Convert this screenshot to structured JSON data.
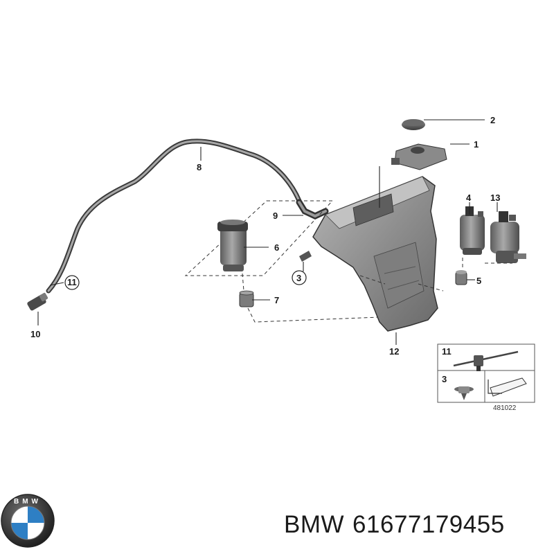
{
  "callouts": {
    "c1": "1",
    "c2": "2",
    "c3": "3",
    "c4": "4",
    "c5": "5",
    "c6": "6",
    "c7": "7",
    "c8": "8",
    "c9": "9",
    "c10": "10",
    "c11": "11",
    "c12": "12",
    "c13": "13"
  },
  "legend": {
    "item_11": "11",
    "item_3": "3",
    "code": "481022"
  },
  "logo": {
    "letters": "BMW"
  },
  "caption": {
    "brand": "BMW",
    "part_number": "61677179455"
  },
  "colors": {
    "part_fill": "#8c8c8c",
    "part_dark": "#4a4a4a",
    "line": "#222222",
    "logo_blue": "#2e7fc4"
  }
}
